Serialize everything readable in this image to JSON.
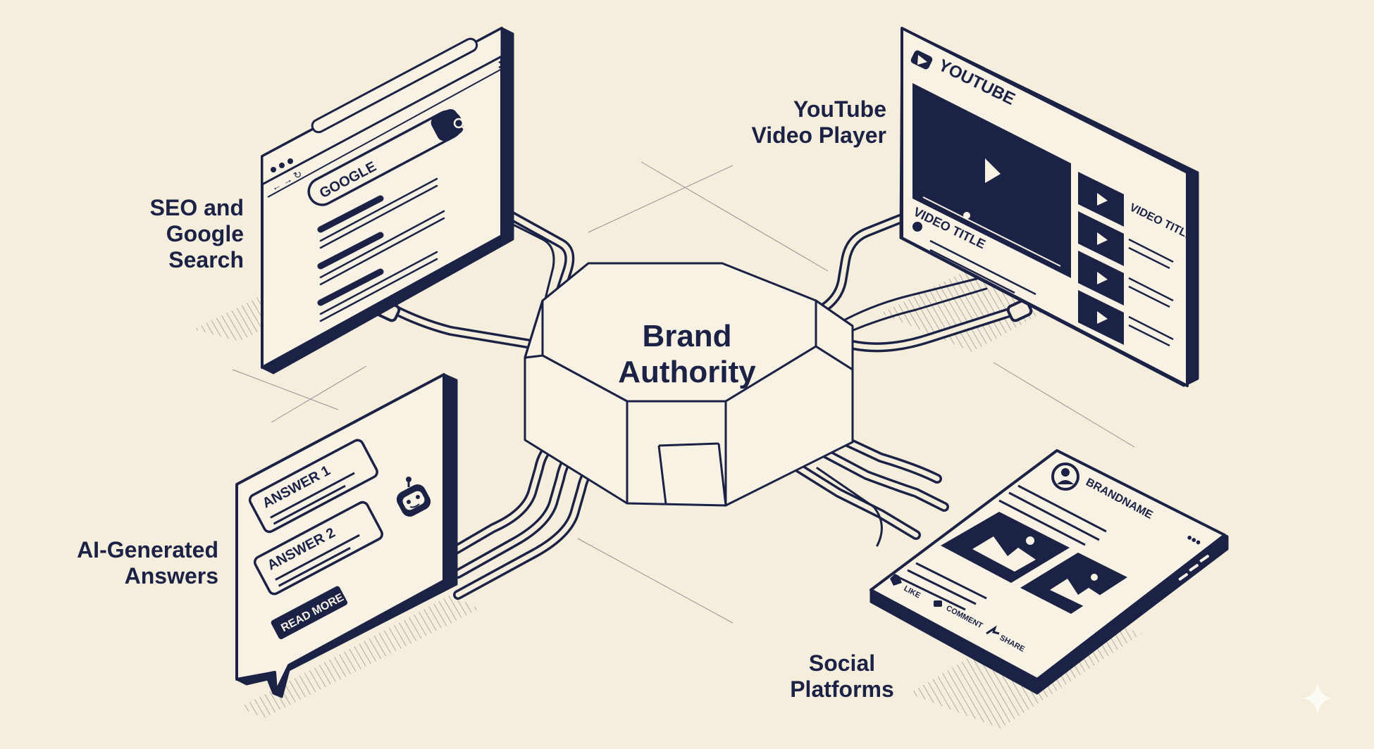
{
  "colors": {
    "ink": "#1b2245",
    "paper": "#f5eedd",
    "panel": "#f8f2e4"
  },
  "hub": {
    "line1": "Brand",
    "line2": "Authority"
  },
  "labels": {
    "seo": "SEO and\nGoogle\nSearch",
    "youtube": "YouTube\nVideo Player",
    "ai": "AI-Generated\nAnswers",
    "social": "Social\nPlatforms"
  },
  "browser": {
    "search_text": "GOOGLE"
  },
  "youtube": {
    "logo_text": "YOUTUBE",
    "main_title": "VIDEO TITLE",
    "side_title": "VIDEO TITLE"
  },
  "chat": {
    "answer1": "ANSWER 1",
    "answer2": "ANSWER 2",
    "read_more": "READ MORE"
  },
  "social": {
    "brand": "BRANDNAME",
    "like": "LIKE",
    "comment": "COMMENT",
    "share": "SHARE"
  }
}
